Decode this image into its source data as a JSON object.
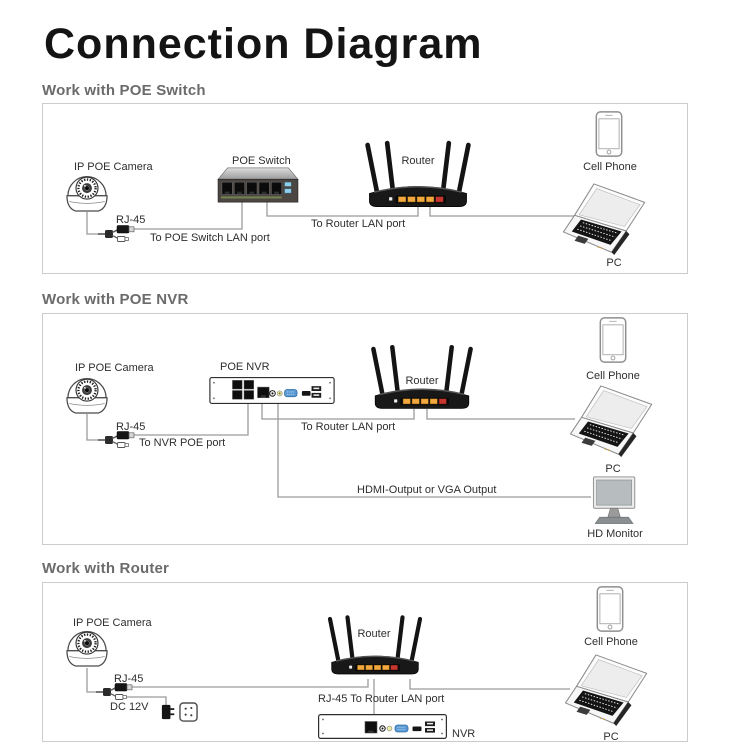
{
  "title": "Connection Diagram",
  "sections": [
    {
      "heading": "Work with POE Switch",
      "labels": {
        "camera": "IP POE Camera",
        "rj45": "RJ-45",
        "to_device": "To POE Switch LAN port",
        "device": "POE Switch",
        "to_router": "To Router LAN port",
        "router": "Router",
        "cellphone": "Cell Phone",
        "pc": "PC"
      }
    },
    {
      "heading": "Work with POE NVR",
      "labels": {
        "camera": "IP POE Camera",
        "rj45": "RJ-45",
        "to_device": "To NVR POE port",
        "device": "POE NVR",
        "to_router": "To Router LAN port",
        "router": "Router",
        "cellphone": "Cell Phone",
        "pc": "PC",
        "video_out": "HDMI-Output or VGA Output",
        "monitor": "HD Monitor"
      }
    },
    {
      "heading": "Work with Router",
      "labels": {
        "camera": "IP POE Camera",
        "rj45": "RJ-45",
        "dc_power": "DC 12V",
        "to_router": "RJ-45 To Router LAN port",
        "router": "Router",
        "cellphone": "Cell Phone",
        "pc": "PC",
        "nvr": "NVR"
      }
    }
  ],
  "colors": {
    "wire": "#9b9b9b",
    "box_border": "#cccccc",
    "heading_gray": "#6b6b6b",
    "vga_blue": "#5b9bd5",
    "router_port_yellow": "#f2a83e",
    "switch_led_blue": "#8ecfec"
  }
}
